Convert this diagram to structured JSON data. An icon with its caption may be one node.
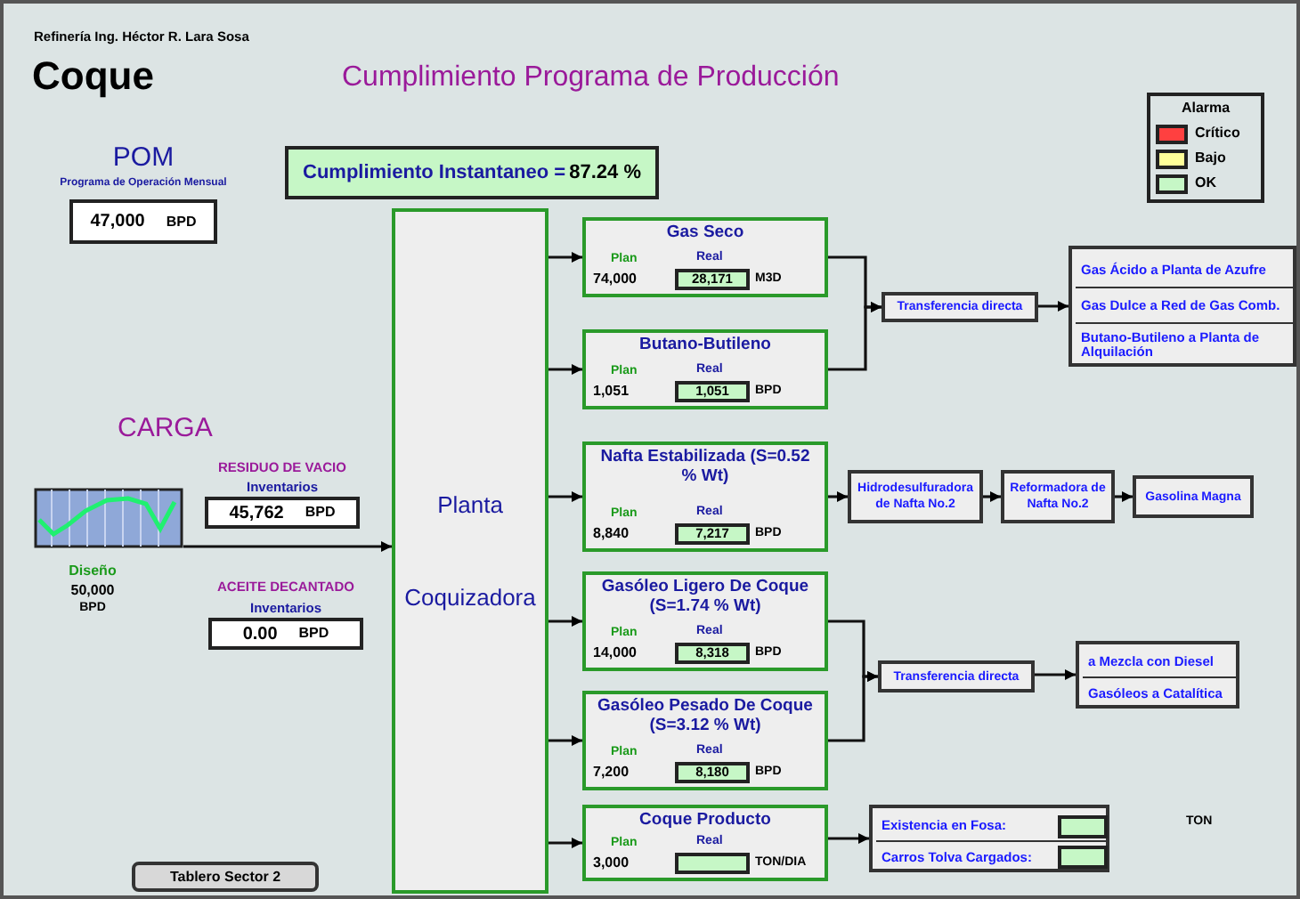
{
  "diagram": {
    "title": "Cumplimiento Programa de Producción",
    "nodes": [
      {
        "text": [
          "Cumplimiento Instantaneo =",
          "87.24 %"
        ]
      },
      {
        "text": [
          "47,000",
          "BPD"
        ],
        "beside": [
          "POM",
          "Programa de Operación Mensual"
        ]
      },
      {
        "text": [
          "45,762",
          "BPD"
        ],
        "beside": [
          "RESIDUO DE VACIO",
          "Inventarios"
        ]
      },
      {
        "text": [
          "0.00",
          "BPD"
        ],
        "beside": [
          "ACEITE DECANTADO",
          "Inventarios"
        ]
      },
      {
        "text": [
          "Planta",
          "Coquizadora"
        ]
      },
      {
        "text": [
          "Gas Seco",
          "Plan",
          "Real",
          "74,000",
          "M3D"
        ]
      },
      {
        "text": [
          "28,171"
        ],
        "in": 5
      },
      {
        "text": [
          "Butano-Butileno",
          "Plan",
          "Real",
          "1,051",
          "BPD"
        ]
      },
      {
        "text": [
          "1,051"
        ],
        "in": 7
      },
      {
        "text": [
          "Nafta Estabilizada (S=0.52 % Wt)",
          "Plan",
          "Real",
          "8,840",
          "BPD"
        ]
      },
      {
        "text": [
          "7,217"
        ],
        "in": 9
      },
      {
        "text": [
          "Gasóleo Ligero De Coque (S=1.74 % Wt)",
          "Plan",
          "Real",
          "14,000",
          "BPD"
        ]
      },
      {
        "text": [
          "8,318"
        ],
        "in": 11
      },
      {
        "text": [
          "Gasóleo Pesado De Coque (S=3.12 % Wt)",
          "Plan",
          "Real",
          "7,200",
          "BPD"
        ]
      },
      {
        "text": [
          "8,180"
        ],
        "in": 13
      },
      {
        "text": [
          "Coque Producto",
          "Plan",
          "Real",
          "3,000",
          "TON/DIA"
        ]
      },
      {
        "text": [],
        "shape": "box",
        "in": 15
      },
      {
        "text": [
          "Transferencia directa"
        ]
      },
      {
        "text": [],
        "shape": "box"
      },
      {
        "text": [
          "Gas Ácido a Planta de Azufre"
        ],
        "in": 18
      },
      {
        "text": [
          "Gas Dulce a Red de Gas Comb."
        ],
        "in": 18
      },
      {
        "text": [
          "Butano-Butileno a Planta de Alquilación"
        ],
        "in": 18
      },
      {
        "text": [
          "Hidrodesulfuradora de Nafta No.2"
        ]
      },
      {
        "text": [
          "Reformadora de Nafta No.2"
        ]
      },
      {
        "text": [
          "Gasolina Magna"
        ]
      },
      {
        "text": [
          "Transferencia directa"
        ]
      },
      {
        "text": [],
        "shape": "box"
      },
      {
        "text": [
          "a Mezcla con Diesel"
        ],
        "in": 26
      },
      {
        "text": [
          "Gasóleos a Catalítica"
        ],
        "in": 26
      },
      {
        "text": [],
        "shape": "box"
      },
      {
        "text": [
          "Existencia en Fosa:"
        ],
        "in": 29
      },
      {
        "text": [],
        "shape": "box",
        "in": 30
      },
      {
        "text": [
          "Carros Tolva Cargados:"
        ],
        "in": 29
      },
      {
        "text": [],
        "shape": "box",
        "in": 32
      },
      {
        "text": [],
        "shape": "chart"
      }
    ],
    "edges": [
      {
        "from": 34,
        "to": 4,
        "arrow": "to"
      },
      {
        "from": 4,
        "to": 5,
        "arrow": "to"
      },
      {
        "from": 4,
        "to": 7,
        "arrow": "to"
      },
      {
        "from": 4,
        "to": 9,
        "arrow": "to"
      },
      {
        "from": 4,
        "to": 11,
        "arrow": "to"
      },
      {
        "from": 4,
        "to": 13,
        "arrow": "to"
      },
      {
        "from": 4,
        "to": 15,
        "arrow": "to"
      },
      {
        "from": 5,
        "to": 17,
        "arrow": "to"
      },
      {
        "from": 7,
        "to": 17,
        "arrow": "to"
      },
      {
        "from": 17,
        "to": 18,
        "arrow": "to"
      },
      {
        "from": 9,
        "to": 22,
        "arrow": "to"
      },
      {
        "from": 22,
        "to": 23,
        "arrow": "to"
      },
      {
        "from": 23,
        "to": 24,
        "arrow": "to"
      },
      {
        "from": 11,
        "to": 25,
        "arrow": "to"
      },
      {
        "from": 13,
        "to": 25,
        "arrow": "to"
      },
      {
        "from": 25,
        "to": 26,
        "arrow": "to"
      },
      {
        "from": 15,
        "to": 29,
        "arrow": "to"
      }
    ],
    "labels": [
      "Refinería Ing. Héctor R. Lara Sosa",
      "Coque",
      "Alarma",
      "CARGA",
      "Diseño",
      "50,000",
      "BPD",
      "TON",
      "Tablero Sector 2"
    ],
    "legend": [
      {
        "text": "Crítico",
        "color": "#ff4040"
      },
      {
        "text": "Bajo",
        "color": "#ffff99"
      },
      {
        "text": "OK",
        "color": "#c6f7c6"
      }
    ]
  }
}
